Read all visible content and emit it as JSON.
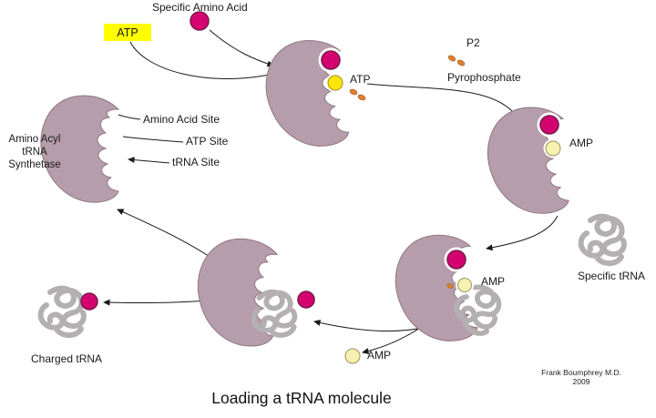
{
  "title": "Loading a tRNA molecule",
  "credit": {
    "author": "Frank Boumphrey M.D.",
    "year": "2009"
  },
  "labels": {
    "specific_amino_acid": "Specific Amino Acid",
    "atp_box": "ATP",
    "atp_bound": "ATP",
    "p2": "P2",
    "pyrophosphate": "Pyrophosphate",
    "amp_right": "AMP",
    "amp_bottom": "AMP",
    "amp_released": "AMP",
    "specific_trna": "Specific tRNA",
    "charged_trna": "Charged tRNA",
    "synthetase_line1": "Amino Acyl",
    "synthetase_line2": "tRNA",
    "synthetase_line3": "Synthetase",
    "site_amino_acid": "Amino Acid Site",
    "site_atp": "ATP Site",
    "site_trna": "tRNA Site"
  },
  "colors": {
    "enzyme": "#b69dab",
    "amino_acid": "#d40370",
    "atp_ball": "#ffe60a",
    "amp_ball": "#f6f1ae",
    "phosphate": "#dd7f33",
    "trna": "#b4b0b2",
    "atp_highlight": "#ffff00"
  }
}
